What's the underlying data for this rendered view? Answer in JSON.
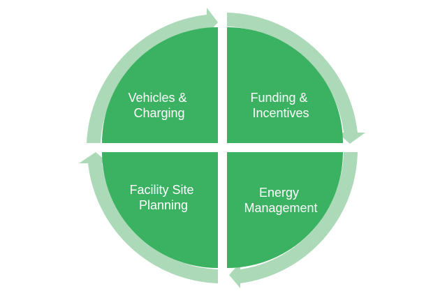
{
  "diagram": {
    "quadrants": [
      {
        "id": "vehicles",
        "lines": [
          "Vehicles &",
          "Charging"
        ]
      },
      {
        "id": "funding",
        "lines": [
          "Funding &",
          "Incentives"
        ]
      },
      {
        "id": "facility",
        "lines": [
          "Facility Site",
          "Planning"
        ]
      },
      {
        "id": "energy",
        "lines": [
          "Energy",
          "Management"
        ]
      }
    ]
  },
  "colors": {
    "quadrant_fill": "#3BB162",
    "arrow_ring": "#ACD9B7",
    "label_text": "#FFFFFF",
    "background": "#FFFFFF"
  }
}
